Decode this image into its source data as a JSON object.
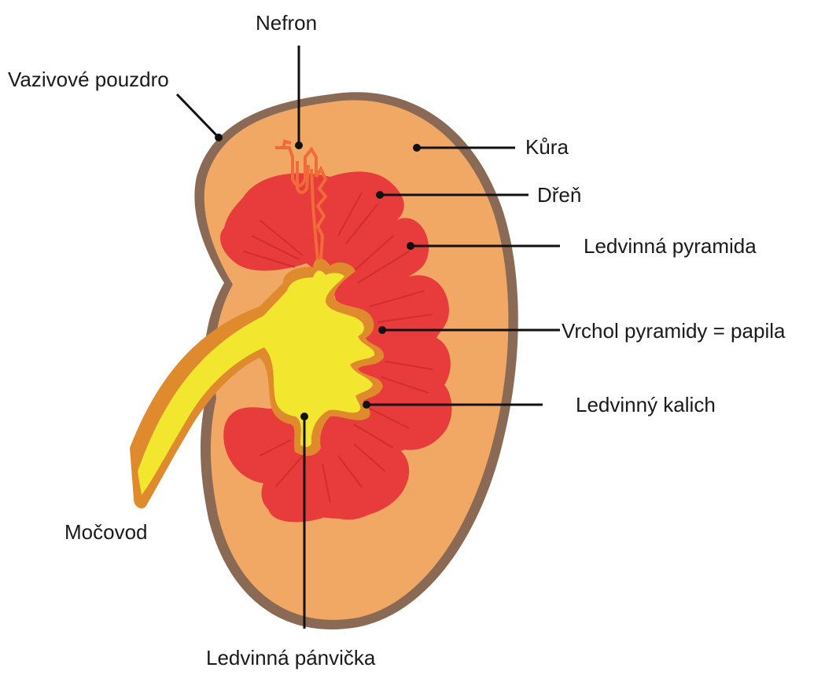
{
  "labels": {
    "nefron": "Nefron",
    "vazivove_pouzdro": "Vazivové pouzdro",
    "kura": "Kůra",
    "dren": "Dřeň",
    "ledvinna_pyramida": "Ledvinná pyramida",
    "vrchol_pyramidy": "Vrchol pyramidy = papila",
    "ledvinny_kalich": "Ledvinný kalich",
    "mocovod": "Močovod",
    "ledvinna_panvicka": "Ledvinná pánvička"
  },
  "colors": {
    "capsule": "#8a6a55",
    "cortex": "#f0a864",
    "medulla": "#e83b3b",
    "pyramid_lines": "#c92c2c",
    "pelvis_fill": "#f2e62e",
    "pelvis_outline": "#e08a2e",
    "nephron": "#f06a3a",
    "leader": "#111111"
  }
}
